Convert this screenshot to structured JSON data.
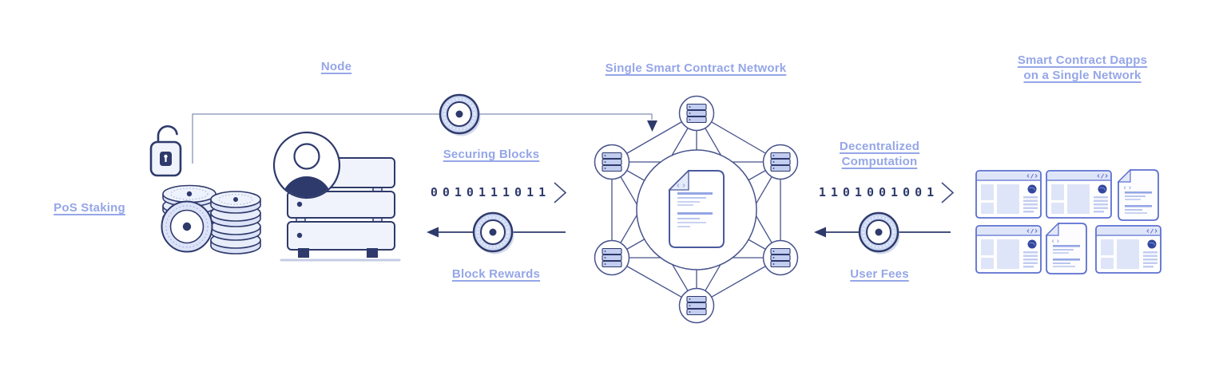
{
  "colors": {
    "link": "#95a6e8",
    "navy": "#2e3a6b",
    "line": "#98a2c0",
    "accent": "#5b6fd0",
    "fill_light": "#dfe5f8",
    "fill_mid": "#ccd7f3",
    "badge": "#33479e",
    "background": "#ffffff"
  },
  "labels": {
    "pos_staking": "PoS Staking",
    "node": "Node",
    "securing_blocks": "Securing Blocks",
    "block_rewards": "Block Rewards",
    "network": "Single Smart Contract Network",
    "decentralized_1": "Decentralized",
    "decentralized_2": "Computation",
    "user_fees": "User Fees",
    "dapps_1": "Smart Contract Dapps",
    "dapps_2": "on a Single Network",
    "binary_left": "0010111011",
    "binary_right": "1101001001"
  },
  "icons": {
    "lock-icon": "open padlock",
    "coins-stack-icon": "stack of coins",
    "avatar-icon": "person avatar",
    "server-icon": "server rack (node hardware)",
    "coin-icon": "coin token on flow line",
    "network-node-icon": "ledger node circle with server stack",
    "smart-contract-icon": "contract document with code mark",
    "dapp-window-icon": "browser window app card",
    "dapp-document-icon": "document app card",
    "chevron-right-icon": "right chevron after binary string",
    "down-arrow-icon": "arrow pointing down into network",
    "left-arrow-icon": "arrow pointing left (rewards / fees)"
  }
}
